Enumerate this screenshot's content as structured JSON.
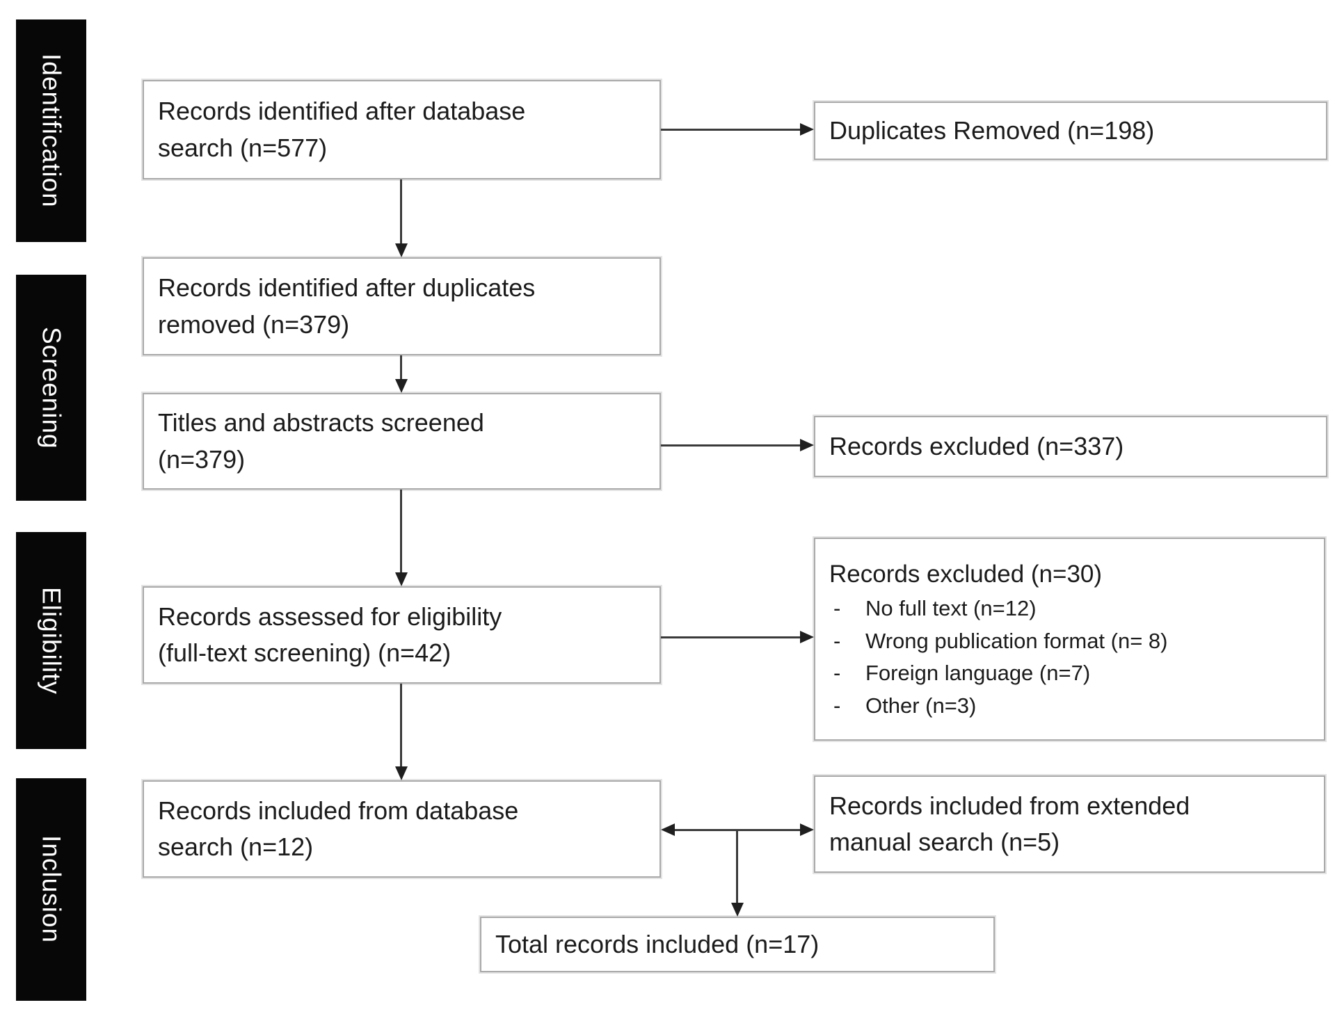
{
  "figure": {
    "type": "prisma-flow-diagram",
    "background": "#ffffff"
  },
  "colors": {
    "stage_bg": "#070707",
    "stage_text": "#ffffff",
    "box_border": "#a9a9a9",
    "text": "#1b1b1b",
    "arrow": "#1f1f1f"
  },
  "sidebar": {
    "stages": [
      {
        "label": "Identification"
      },
      {
        "label": "Screening"
      },
      {
        "label": "Eligibility"
      },
      {
        "label": "Inclusion"
      }
    ]
  },
  "flow": {
    "records_identified_database": "Records identified after database\nsearch (n=577)",
    "duplicates_removed": "Duplicates Removed (n=198)",
    "records_after_duplicates": "Records identified after duplicates\nremoved (n=379)",
    "titles_abstracts_screened": "Titles and abstracts screened\n(n=379)",
    "records_excluded_screening": "Records excluded (n=337)",
    "records_assessed_eligibility": "Records assessed for eligibility\n(full-text screening) (n=42)",
    "records_excluded_fulltext_title": "Records excluded (n=30)",
    "excluded_reasons": [
      "No full text (n=12)",
      "Wrong publication format (n= 8)",
      "Foreign language (n=7)",
      "Other (n=3)"
    ],
    "reason_bullet": "-",
    "records_included_database": "Records included from database\nsearch (n=12)",
    "records_included_manual": "Records included from extended\nmanual search (n=5)",
    "total_records_included": "Total records included (n=17)"
  }
}
